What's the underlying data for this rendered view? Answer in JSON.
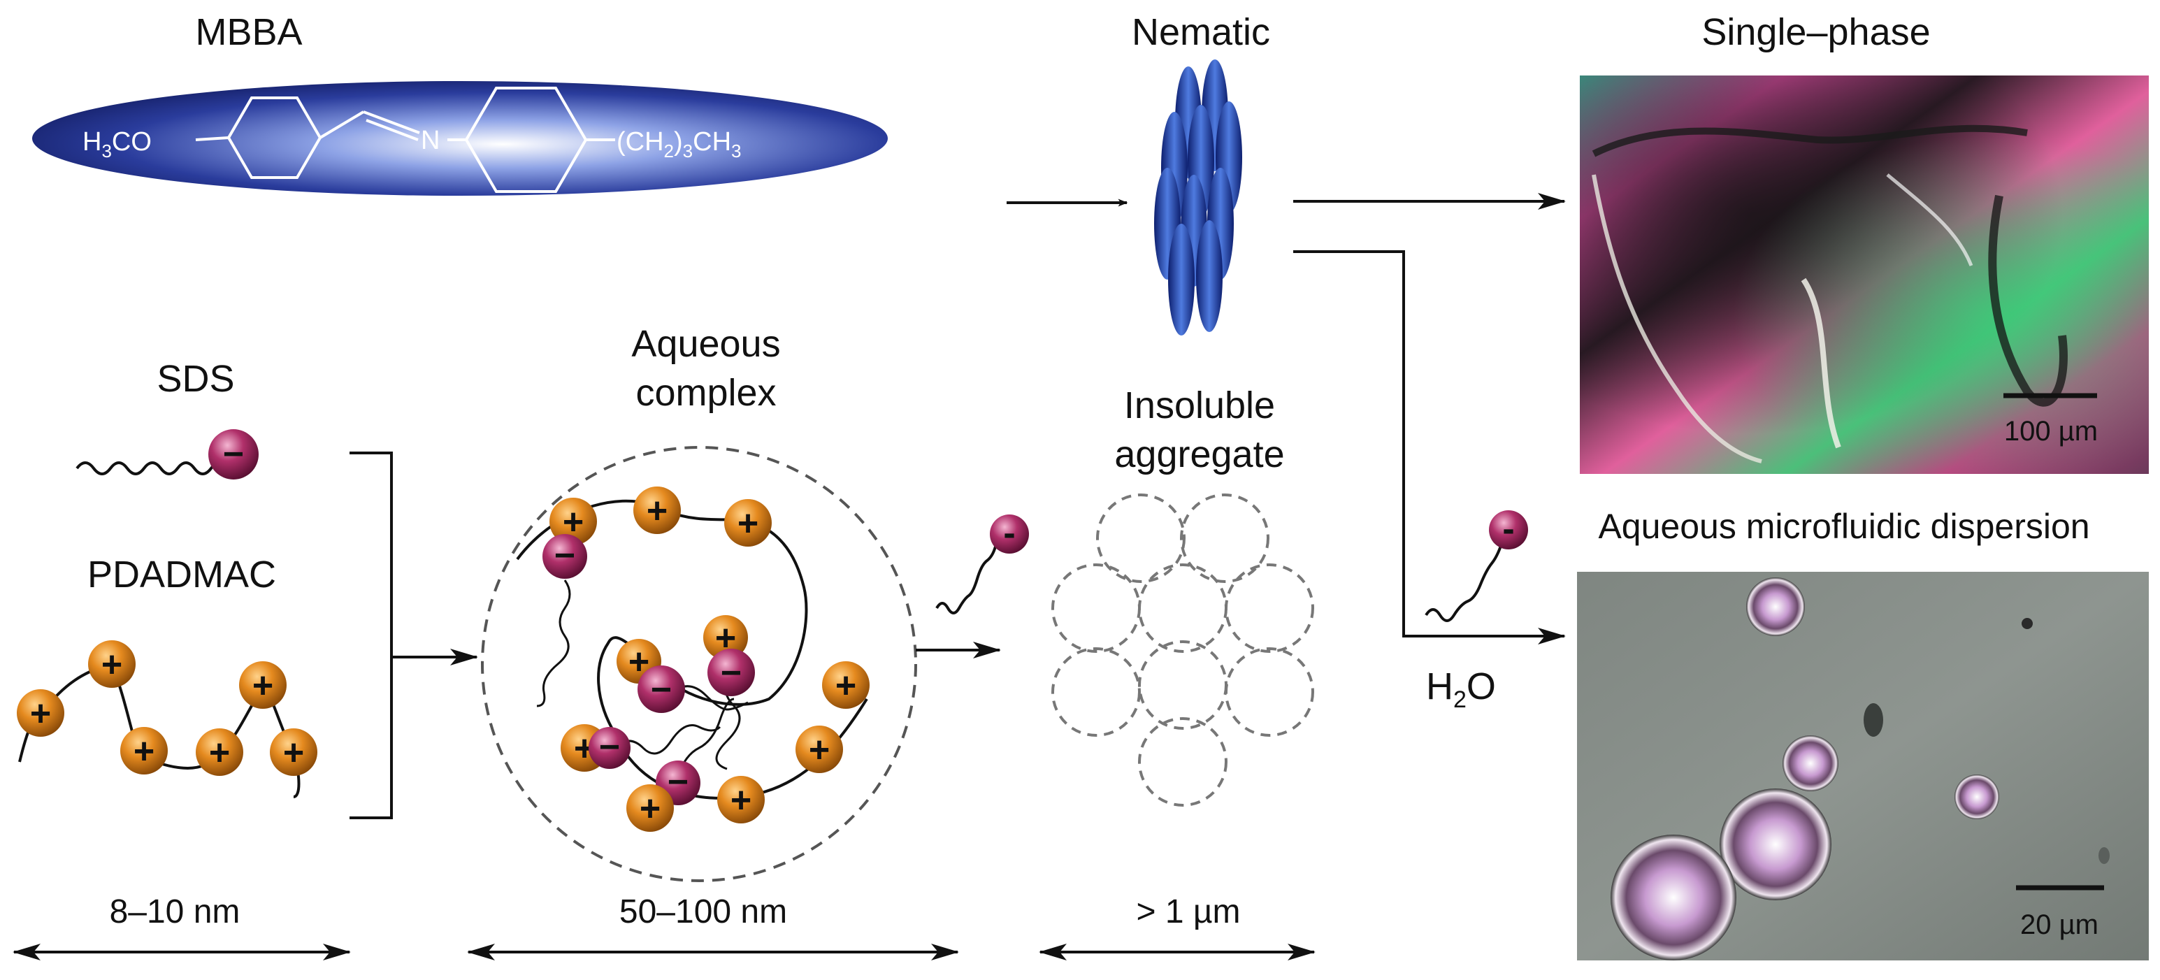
{
  "labels": {
    "mbba": "MBBA",
    "nematic": "Nematic",
    "single_phase": "Single–phase",
    "sds": "SDS",
    "pdadmac": "PDADMAC",
    "aqueous_line1": "Aqueous",
    "aqueous_line2": "complex",
    "insoluble_line1": "Insoluble",
    "insoluble_line2": "aggregate",
    "dispersion": "Aqueous microfluidic dispersion",
    "water_h": "H",
    "water_sub": "2",
    "water_o": "O"
  },
  "molecule": {
    "left_group": "H",
    "left_sub": "3",
    "left_tail": "CO",
    "nitrogen": "N",
    "right_group_1": "(CH",
    "right_sub_1": "2",
    "right_group_2": ")",
    "right_sub_2": "3",
    "right_group_3": "CH",
    "right_sub_3": "3"
  },
  "scale_bars": {
    "top_image": "100 µm",
    "bottom_image": "20 µm"
  },
  "size_ranges": {
    "polymer": "8–10 nm",
    "complex": "50–100 nm",
    "aggregate": "> 1 µm"
  },
  "symbols": {
    "plus": "+",
    "minus": "−",
    "minus_small": "-"
  },
  "colors": {
    "polycation_bead": "#e58a1f",
    "surfactant_head": "#b0306a",
    "molecule_ellipse": "#1e2f8c",
    "nematic_rod": "#2b4fb8"
  }
}
